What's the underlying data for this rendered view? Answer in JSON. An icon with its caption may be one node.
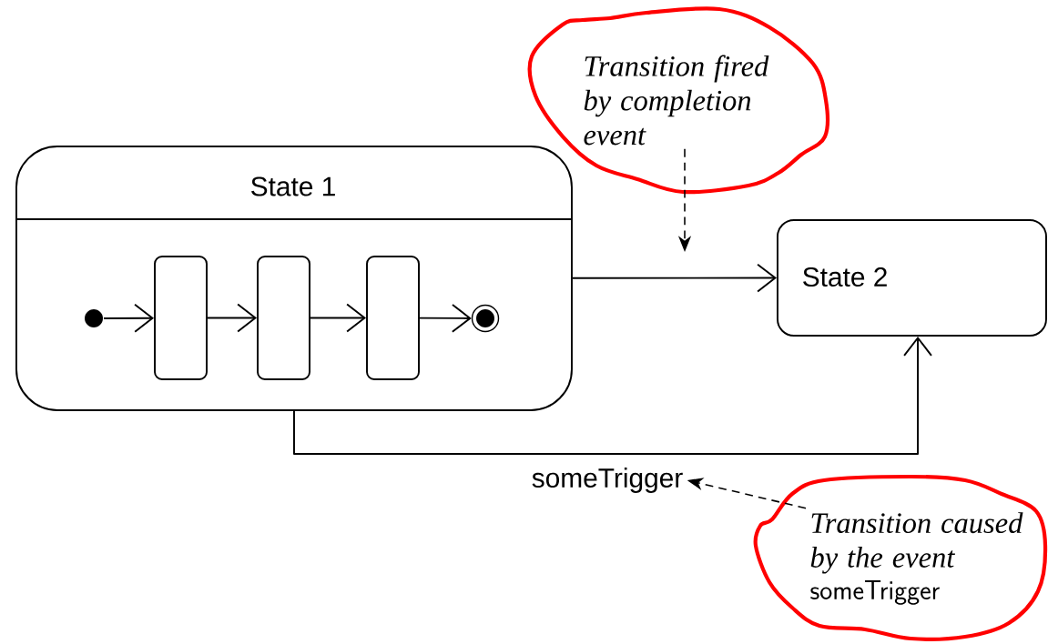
{
  "diagram": {
    "nodes": [
      {
        "text": [
          "State 1"
        ]
      },
      {
        "text": [],
        "shape": "circle",
        "in": 0
      },
      {
        "text": [],
        "shape": "box",
        "in": 0
      },
      {
        "text": [],
        "shape": "box",
        "in": 0
      },
      {
        "text": [],
        "shape": "box",
        "in": 0
      },
      {
        "text": [],
        "shape": "bullseye",
        "in": 0
      },
      {
        "text": [
          "State 2"
        ]
      },
      {
        "text": [
          "Transition fired by completion event"
        ]
      },
      {
        "text": [
          "Transition caused by the event",
          "someTrigger"
        ]
      },
      {
        "text": [
          "someTrigger"
        ]
      }
    ],
    "edges": [
      {
        "from": 1,
        "to": 2,
        "arrow": "to"
      },
      {
        "from": 2,
        "to": 3,
        "arrow": "to"
      },
      {
        "from": 3,
        "to": 4,
        "arrow": "to"
      },
      {
        "from": 4,
        "to": 5,
        "arrow": "to"
      },
      {
        "from": 0,
        "to": 6,
        "arrow": "to"
      },
      {
        "from": 0,
        "to": 6,
        "arrow": "to"
      },
      {
        "from": 7,
        "to": null,
        "arrow": "to",
        "style": "dashed"
      },
      {
        "from": 8,
        "to": 9,
        "arrow": "to",
        "style": "dashed"
      }
    ]
  }
}
